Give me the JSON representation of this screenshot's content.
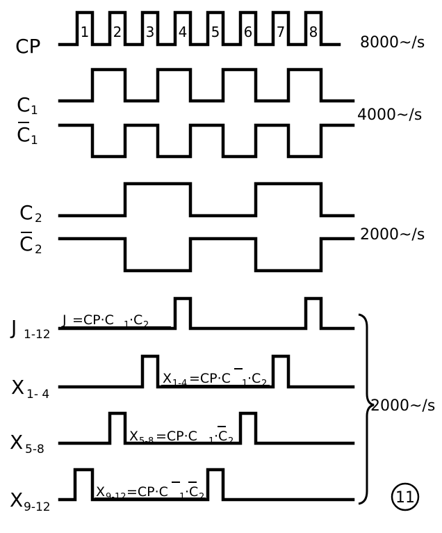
{
  "signals": {
    "cp": {
      "label": "CP"
    },
    "c1": {
      "letter": "C",
      "sub": "1"
    },
    "c1bar": {
      "letter": "C",
      "sub": "1"
    },
    "c2": {
      "letter": "C",
      "sub": "2"
    },
    "c2bar": {
      "letter": "C",
      "sub": "2"
    },
    "j": {
      "letter": "J",
      "sub": "1-12"
    },
    "x14": {
      "letter": "X",
      "sub": "1- 4"
    },
    "x58": {
      "letter": "X",
      "sub": "5-8"
    },
    "x912": {
      "letter": "X",
      "sub": "9-12"
    }
  },
  "pulse_numbers": [
    "1",
    "2",
    "3",
    "4",
    "5",
    "6",
    "7",
    "8"
  ],
  "frequencies": {
    "cp": "8000~/s",
    "c1": "4000~/s",
    "c2": "2000~/s",
    "outputs": "2000~/s"
  },
  "equations": {
    "j": {
      "lhs": "J",
      "rhs_a": "=CP·C",
      "s1": "1",
      "rhs_b": "·C",
      "s2": "2"
    },
    "x14": {
      "lhs": "X",
      "lsub": "1-4",
      "rhs_a": "=CP·C",
      "s1": "1",
      "rhs_b": "·C",
      "s2": "2"
    },
    "x58": {
      "lhs": "X",
      "lsub": "5-8",
      "rhs_a": "=CP·C",
      "s1": "1",
      "rhs_b": "·C",
      "s2": "2"
    },
    "x912": {
      "lhs": "X",
      "lsub": "9-12",
      "rhs_a": "=CP·C",
      "s1": "1",
      "rhs_b": "·C",
      "s2": "2"
    }
  },
  "figure_number": "11"
}
